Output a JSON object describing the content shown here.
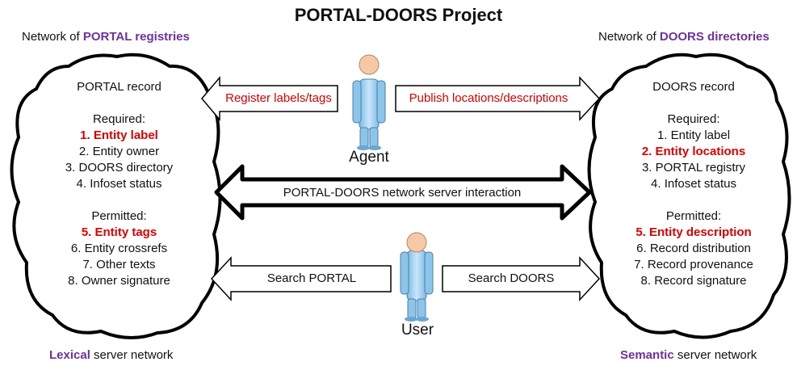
{
  "title": "PORTAL-DOORS Project",
  "left": {
    "network_prefix": "Network of ",
    "network_name": "PORTAL registries",
    "footer_emph": "Lexical",
    "footer_rest": " server network",
    "record_title": "PORTAL record",
    "required_heading": "Required:",
    "required": [
      {
        "num": "1. ",
        "text": "Entity label",
        "highlight": true
      },
      {
        "num": "2. ",
        "text": "Entity owner",
        "highlight": false
      },
      {
        "num": "3. ",
        "text": "DOORS directory",
        "highlight": false
      },
      {
        "num": "4. ",
        "text": "Infoset status",
        "highlight": false
      }
    ],
    "permitted_heading": "Permitted:",
    "permitted": [
      {
        "num": "5. ",
        "text": "Entity tags",
        "highlight": true
      },
      {
        "num": "6. ",
        "text": "Entity crossrefs",
        "highlight": false
      },
      {
        "num": "7. ",
        "text": "Other texts",
        "highlight": false
      },
      {
        "num": "8. ",
        "text": "Owner signature",
        "highlight": false
      }
    ]
  },
  "right": {
    "network_prefix": "Network of ",
    "network_name": "DOORS directories",
    "footer_emph": "Semantic",
    "footer_rest": " server network",
    "record_title": "DOORS record",
    "required_heading": "Required:",
    "required": [
      {
        "num": "1. ",
        "text": "Entity label",
        "highlight": false
      },
      {
        "num": "2. ",
        "text": "Entity locations",
        "highlight": true
      },
      {
        "num": "3. ",
        "text": "PORTAL registry",
        "highlight": false
      },
      {
        "num": "4. ",
        "text": "Infoset status",
        "highlight": false
      }
    ],
    "permitted_heading": "Permitted:",
    "permitted": [
      {
        "num": "5. ",
        "text": "Entity description",
        "highlight": true
      },
      {
        "num": "6. ",
        "text": "Record distribution",
        "highlight": false
      },
      {
        "num": "7. ",
        "text": "Record provenance",
        "highlight": false
      },
      {
        "num": "8. ",
        "text": "Record signature",
        "highlight": false
      }
    ]
  },
  "arrows": {
    "register": "Register labels/tags",
    "publish": "Publish locations/descriptions",
    "interaction": "PORTAL-DOORS network server interaction",
    "search_portal": "Search PORTAL",
    "search_doors": "Search DOORS"
  },
  "agent_label": "Agent",
  "user_label": "User",
  "colors": {
    "accent_purple": "#7030a0",
    "highlight_red": "#e00000",
    "person_blue": "#a9d3f0",
    "head_skin": "#f5c9a6"
  }
}
